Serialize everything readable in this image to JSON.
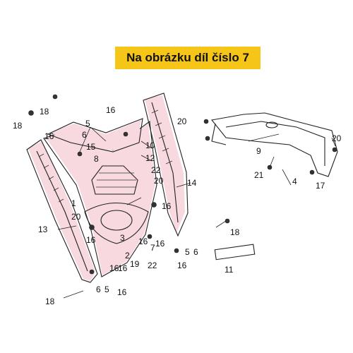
{
  "banner": {
    "text": "Na obrázku díl číslo 7"
  },
  "labels": {
    "l1": "1",
    "l2": "2",
    "l3": "3",
    "l4": "4",
    "l5a": "5",
    "l5b": "5",
    "l5c": "5",
    "l6a": "6",
    "l6b": "6",
    "l6c": "6",
    "l7": "7",
    "l8": "8",
    "l9": "9",
    "l10": "10",
    "l11": "11",
    "l12": "12",
    "l13": "13",
    "l14": "14",
    "l15": "15",
    "l16a": "16",
    "l16b": "16",
    "l16c": "16",
    "l16d": "16",
    "l16e": "16",
    "l16f": "16",
    "l16g": "16",
    "l16h": "16",
    "l16i": "16",
    "l16j": "16",
    "l17": "17",
    "l18a": "18",
    "l18b": "18",
    "l18c": "18",
    "l18d": "18",
    "l19": "19",
    "l20a": "20",
    "l20b": "20",
    "l20c": "20",
    "l20d": "20",
    "l21": "21",
    "l22a": "22",
    "l22b": "22"
  },
  "colors": {
    "banner_bg": "#f5c518",
    "highlight": "#f7d9df"
  }
}
